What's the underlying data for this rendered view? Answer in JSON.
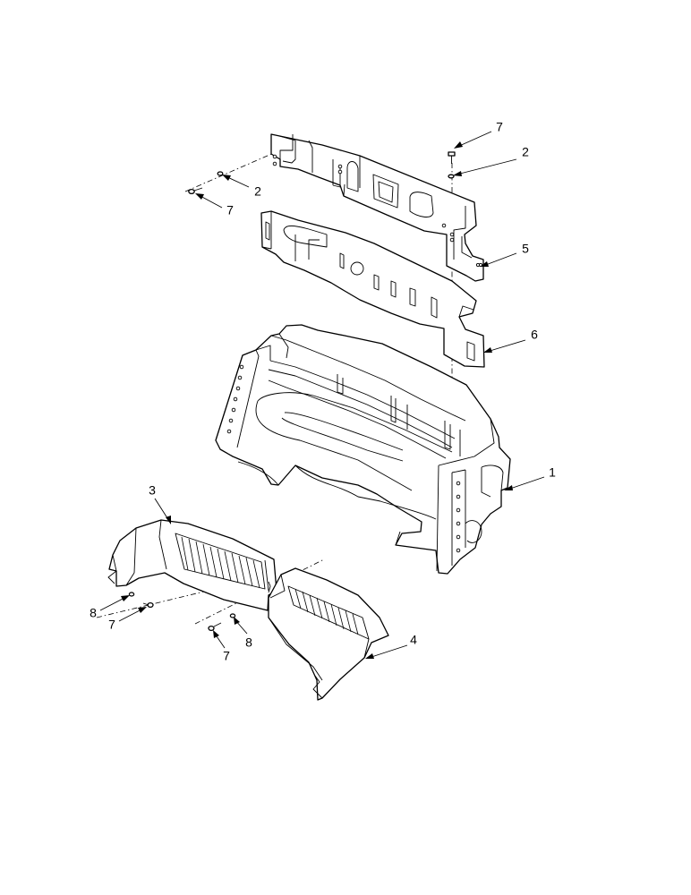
{
  "callouts": {
    "c1": "1",
    "c2a": "2",
    "c2b": "2",
    "c3": "3",
    "c4": "4",
    "c5": "5",
    "c6": "6",
    "c7a": "7",
    "c7b": "7",
    "c7c": "7",
    "c7d": "7",
    "c8a": "8",
    "c8b": "8"
  }
}
